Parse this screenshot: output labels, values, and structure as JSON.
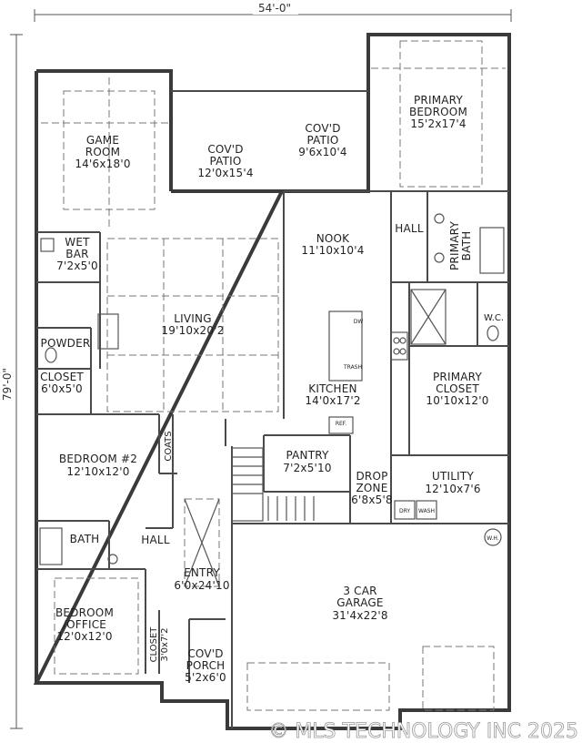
{
  "dimensions": {
    "width": "54'-0\"",
    "depth": "79'-0\""
  },
  "rooms": {
    "game_room": {
      "name_1": "GAME",
      "name_2": "ROOM",
      "size": "14'6x18'0"
    },
    "covd_patio_1": {
      "name_1": "COV'D",
      "name_2": "PATIO",
      "size": "12'0x15'4"
    },
    "covd_patio_2": {
      "name_1": "COV'D",
      "name_2": "PATIO",
      "size": "9'6x10'4"
    },
    "primary_bedroom": {
      "name_1": "PRIMARY",
      "name_2": "BEDROOM",
      "size": "15'2x17'4"
    },
    "wet_bar": {
      "name_1": "WET",
      "name_2": "BAR",
      "size": "7'2x5'0"
    },
    "nook": {
      "name": "NOOK",
      "size": "11'10x10'4"
    },
    "hall_1": {
      "name": "HALL"
    },
    "primary_bath": {
      "name_1": "PRIMARY",
      "name_2": "BATH"
    },
    "living": {
      "name": "LIVING",
      "size": "19'10x20'2"
    },
    "powder": {
      "name": "POWDER"
    },
    "wc": {
      "name": "W.C."
    },
    "closet_1": {
      "name": "CLOSET",
      "size": "6'0x5'0"
    },
    "kitchen": {
      "name": "KITCHEN",
      "size": "14'0x17'2"
    },
    "primary_closet": {
      "name_1": "PRIMARY",
      "name_2": "CLOSET",
      "size": "10'10x12'0"
    },
    "bedroom_2": {
      "name": "BEDROOM #2",
      "size": "12'10x12'0"
    },
    "coats": {
      "name": "COATS"
    },
    "pantry": {
      "name": "PANTRY",
      "size": "7'2x5'10"
    },
    "drop_zone": {
      "name_1": "DROP",
      "name_2": "ZONE",
      "size": "6'8x5'8"
    },
    "utility": {
      "name": "UTILITY",
      "size": "12'10x7'6"
    },
    "bath": {
      "name": "BATH"
    },
    "hall_2": {
      "name": "HALL"
    },
    "entry": {
      "name": "ENTRY",
      "size": "6'0x24'10"
    },
    "garage": {
      "name_1": "3 CAR",
      "name_2": "GARAGE",
      "size": "31'4x22'8"
    },
    "bedroom_office": {
      "name_1": "BEDROOM",
      "name_2": "/OFFICE",
      "size": "12'0x12'0"
    },
    "closet_2": {
      "name": "CLOSET",
      "size": "3'0x7'2"
    },
    "covd_porch": {
      "name_1": "COV'D",
      "name_2": "PORCH",
      "size": "5'2x6'0"
    }
  },
  "fixture_labels": {
    "ref": "REF.",
    "trash": "TRASH",
    "dw": "DW",
    "dry": "DRY",
    "wash": "WASH",
    "wh": "W.H."
  },
  "watermark": "© MLS TECHNOLOGY INC 2025"
}
